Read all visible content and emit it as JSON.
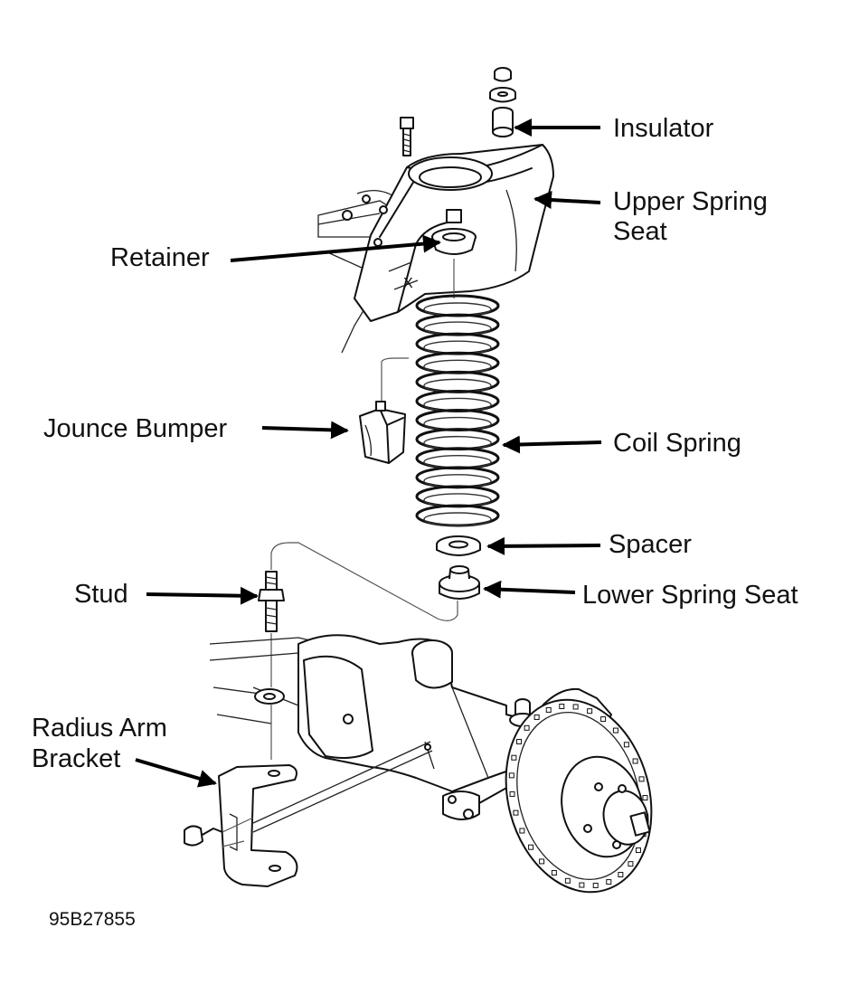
{
  "labels": {
    "insulator": "Insulator",
    "upper_spring_seat_1": "Upper Spring",
    "upper_spring_seat_2": "Seat",
    "retainer": "Retainer",
    "jounce_bumper": "Jounce Bumper",
    "coil_spring": "Coil Spring",
    "spacer": "Spacer",
    "lower_spring_seat": "Lower Spring Seat",
    "stud": "Stud",
    "radius_arm_bracket_1": "Radius Arm",
    "radius_arm_bracket_2": "Bracket"
  },
  "figure_code": "95B27855",
  "colors": {
    "ink": "#111111",
    "paper": "#ffffff"
  }
}
